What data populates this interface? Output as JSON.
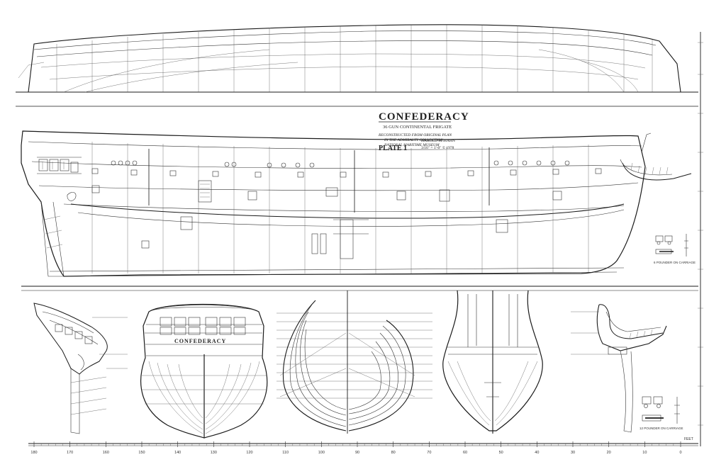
{
  "title_block": {
    "ship_name": "CONFEDERACY",
    "ship_type": "36 GUN CONTINENTAL FRIGATE",
    "note_line1": "RECONSTRUCTED FROM ORIGINAL PLAN",
    "note_line2": "IN THE ADMIRALTY COLLECTION,",
    "note_line3": "NATIONAL MARITIME MUSEUM",
    "plate": "PLATE 1",
    "author": "HAROLD M. HAHN",
    "scale_date": "3/16\" = 1'-0\" © 1978"
  },
  "stern_nameboard": "CONFEDERACY",
  "gun_labels": {
    "upper": "6 POUNDER ON CARRIAGE",
    "lower": "12 POUNDER ON CARRIAGE"
  },
  "scale_bar": {
    "ticks": [
      "180",
      "170",
      "160",
      "150",
      "140",
      "130",
      "120",
      "110",
      "100",
      "90",
      "80",
      "70",
      "60",
      "50",
      "40",
      "30",
      "20",
      "10",
      "0"
    ],
    "unit_label": "FEET"
  },
  "ink_color": "#1a1a1a",
  "paper_color": "#ffffff"
}
